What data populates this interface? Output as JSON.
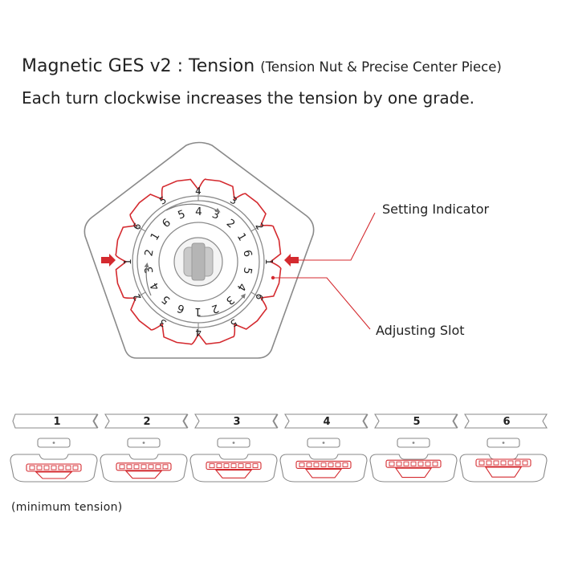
{
  "header": {
    "title_main": "Magnetic GES v2 : Tension ",
    "title_paren": "(Tension Nut & Precise Center Piece)",
    "subtitle": "Each turn clockwise increases the tension by one grade."
  },
  "callouts": {
    "setting_indicator": "Setting Indicator",
    "adjusting_slot": "Adjusting Slot"
  },
  "dial": {
    "outer_numbers": [
      "4",
      "3",
      "2",
      "1",
      "6",
      "5",
      "4",
      "3",
      "2",
      "1",
      "6",
      "5"
    ],
    "inner_numbers": [
      "6",
      "5",
      "4",
      "3",
      "2",
      "1",
      "6",
      "5",
      "4",
      "3",
      "2",
      "1",
      "6",
      "5",
      "4",
      "3",
      "2",
      "1"
    ]
  },
  "grades": {
    "labels": [
      "1",
      "2",
      "3",
      "4",
      "5",
      "6"
    ],
    "footnote": "(minimum  tension)"
  },
  "colors": {
    "accent_red": "#d42a2f",
    "line_gray": "#8a8a8a",
    "text": "#222222"
  }
}
